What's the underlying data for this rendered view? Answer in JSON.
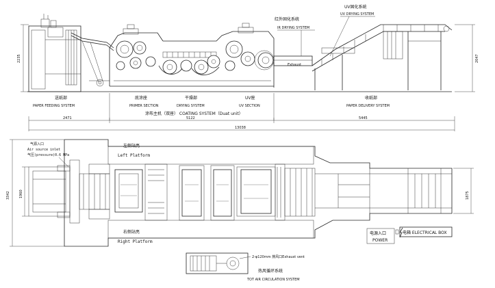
{
  "top_view": {
    "dim_height_left": "2235",
    "dim_height_right": "2047",
    "labels": {
      "ir_cn": "红外固化系统",
      "ir_en": "IR DRYING SYSTEM",
      "uv_cn": "UV固化系统",
      "uv_en": "UV DRYING SYSTEM",
      "exhaust": "Exhaust"
    },
    "sections": {
      "feeding_cn": "送纸部",
      "feeding_en": "PAPER FEEDING SYSTEM",
      "primer_cn": "底涂座",
      "primer_en": "PRIMER SECTION",
      "drying_cn": "干燥部",
      "drying_en": "DRYING SYSTEM",
      "uv_cn": "UV座",
      "uv_en": "UV SECTION",
      "delivery_cn": "收纸部",
      "delivery_en": "PAPER DELIVERY SYSTEM",
      "coating": "涂布主机（双座） COATING SYSTEM（Duat unit）"
    },
    "dims": {
      "feed": "2471",
      "coating": "5122",
      "delivery": "5445",
      "total": "13038"
    }
  },
  "plan_view": {
    "air_inlet_cn": "气源入口",
    "air_inlet_en": "Air source inlet",
    "air_pressure": "气压(pressure)0.6 MPa",
    "left_platform_cn": "左侧站亮",
    "left_platform_en": "Left Platform",
    "right_platform_cn": "右侧站亮",
    "right_platform_en": "Right Platform",
    "dim_width_outer": "3342",
    "dim_width_inner": "1960",
    "dim_width_right": "1875",
    "power_cn": "电源入口",
    "power_en": "POWER",
    "electrical_box": "电箱 ELECTRICAL BOX",
    "exhaust_vent": "2-φ120mm 排风口Exhaust vent",
    "hot_air_cn": "热风循环系统",
    "hot_air_en": "TOT AIR  CIRCULATION SYSTEM"
  }
}
